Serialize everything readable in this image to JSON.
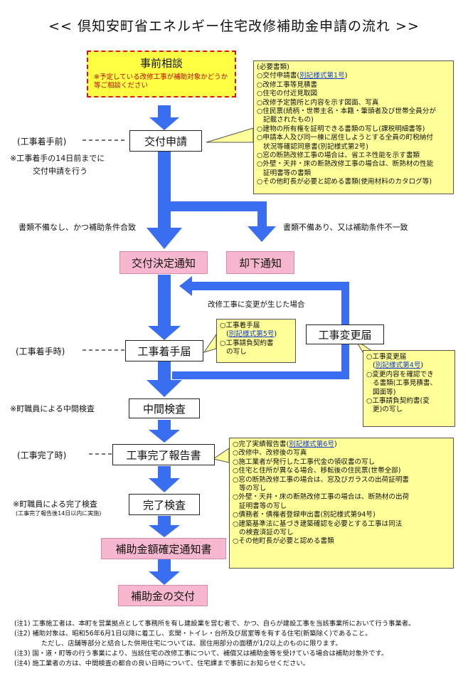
{
  "title": "<<  倶知安町省エネルギー住宅改修補助金申請の流れ  >>",
  "consult": {
    "title": "事前相談",
    "note": "※予定している改修工事が補助対象かどうか等ご相談ください"
  },
  "boxes": {
    "application": "交付申請",
    "decision": "交付決定通知",
    "rejection": "却下通知",
    "start": "工事着手届",
    "change": "工事変更届",
    "interim": "中間検査",
    "completion_report": "工事完了報告書",
    "final_inspection": "完了検査",
    "amount_notice": "補助金額確定通知書",
    "payment": "補助金の交付"
  },
  "labels": {
    "before_start": "(工事着手前)",
    "before_note_1": "※工事着手の14日前までに",
    "before_note_2": "交付申請を行う",
    "ok": "書類不備なし、かつ補助条件合致",
    "ng": "書類不備あり、又は補助条件不一致",
    "change_occurred": "改修工事に変更が生じた場合",
    "at_start": "(工事着手時)",
    "interim_by_staff": "※町職員による中間検査",
    "at_completion": "(工事完了時)",
    "final_by_staff": "※町職員による完了検査",
    "final_by_staff_sub": "(工事完了報告後14日以内に実施)"
  },
  "notes": {
    "application_docs": {
      "heading": "(必要書類)",
      "items": [
        {
          "text": "○交付申請書(",
          "link": "別記様式第1号",
          "tail": ")"
        },
        {
          "text": "○改修工事等見積書"
        },
        {
          "text": "○住宅の付近見取図"
        },
        {
          "text": "○改修予定箇所と内容を示す図面、写真"
        },
        {
          "text": "○住民票(続柄・世帯主名・本籍・筆頭者及び世帯全員分が"
        },
        {
          "text": "記載されたもの)",
          "indent": true
        },
        {
          "text": "○建物の所有権を証明できる書類の写し(課税明細書等)"
        },
        {
          "text": "○申請本人及び同一棟に居住しようとする全員の町税納付"
        },
        {
          "text": "状況等確認同意書(別記様式第2号)",
          "indent": true
        },
        {
          "text": "○窓の断熱改修工事の場合は、省エネ性能を示す書類"
        },
        {
          "text": "○外壁・天井・床の断熱改修工事の場合は、断熱材の性能"
        },
        {
          "text": "証明書等の書類",
          "indent": true
        },
        {
          "text": "○その他町長が必要と認める書類(使用材料のカタログ等)"
        }
      ]
    },
    "start_docs": {
      "items": [
        {
          "text": "○工事着手届"
        },
        {
          "text": "(",
          "link": "別記様式第5号",
          "tail": ")",
          "indent": true
        },
        {
          "text": "○工事請負契約書"
        },
        {
          "text": "の写し",
          "indent": true
        }
      ]
    },
    "change_docs": {
      "items": [
        {
          "text": "○工事変更届"
        },
        {
          "text": "(",
          "link": "別記様式第4号",
          "tail": ")",
          "indent": true
        },
        {
          "text": "○変更内容を確認でき"
        },
        {
          "text": "る書類(工事見積書、",
          "indent": true
        },
        {
          "text": "図面等)",
          "indent": true
        },
        {
          "text": "○工事請負契約書(変"
        },
        {
          "text": "更)の写し",
          "indent": true
        }
      ]
    },
    "completion_docs": {
      "items": [
        {
          "text": "○完了実績報告書(",
          "link": "別記様式第6号",
          "tail": ")"
        },
        {
          "text": "○改修中、改修後の写真"
        },
        {
          "text": "○施工業者が発行した工事代金の領収書の写し"
        },
        {
          "text": "○住宅と住所が異なる場合、移転後の住民票(世帯全部)"
        },
        {
          "text": "○窓の断熱改修工事の場合は、窓及びガラスの出荷証明書"
        },
        {
          "text": "等の写し",
          "indent": true
        },
        {
          "text": "○外壁・天井・床の断熱改修工事の場合は、断熱材の出荷"
        },
        {
          "text": "証明書等の写し",
          "indent": true
        },
        {
          "text": "○債務者・債権者登録申出書(別記様式第94号)"
        },
        {
          "text": "○建築基準法に基づき建築確認を必要とする工事は同法"
        },
        {
          "text": "の検査済証の写し",
          "indent": true
        },
        {
          "text": "○その他町長が必要と認める書類"
        }
      ]
    }
  },
  "footnotes": [
    "(注1) 工事施工者は、本町を営業拠点として事務所を有し建設業を営む者で、かつ、自らが建設工事を当該事業所において行う事業者。",
    "(注2) 補助対象は、昭和56年6月1日以降に着工し、玄関・トイレ・台所及び居室等を有する住宅(新築除く)であること。",
    "ただし、店舗等部分と結合した併用住宅については、居住用部分の面積が1/2以上のものに限ります。",
    "(注3) 国・道・町等の行う事業により、当該住宅の改修工事について、補償又は補助金等を受けている場合は補助対象外です。",
    "(注4) 施工業者の方は、中間検査の都合の良い日時について、住宅課まで事前にお知らせください。"
  ],
  "colors": {
    "arrow": "#3a6ef0",
    "pink": "#f7b8cf",
    "note_yellow": "#ffff99",
    "consult_bg": "#ffff44",
    "consult_border": "#e01010",
    "link": "#1a3fd1"
  }
}
